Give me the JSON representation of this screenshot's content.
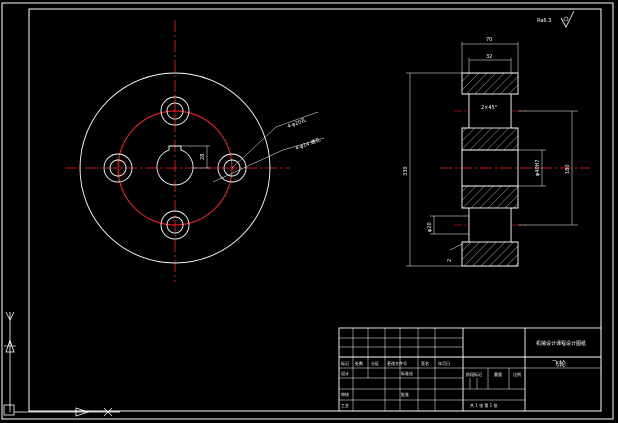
{
  "drawing": {
    "roughness_note": "Ra6.3",
    "front_view": {
      "hole_note_1": "4-φ20孔",
      "hole_note_2": "4-φ14 通孔",
      "key_dim": "28"
    },
    "section_view": {
      "width_top": "70",
      "width_inner": "32",
      "chamfer": "2×45°",
      "height_outer": "330",
      "height_inner": "180",
      "bore": "φ40H7",
      "counterbore": "φ20",
      "small_note": "2"
    },
    "title_block": {
      "title": "机械设计课程设计图纸",
      "part_name": "飞轮",
      "row_labels": [
        "标记",
        "处数",
        "分区",
        "更改文件号",
        "签名",
        "年月日"
      ],
      "design_label": "设计",
      "standard_label": "标准化",
      "audit_label": "审核",
      "process_label": "工艺",
      "approve_label": "批准",
      "stage_label": "阶段标记",
      "weight_label": "重量",
      "scale_label": "比例",
      "sheet_info": "共 1 张  第 1 张"
    }
  }
}
